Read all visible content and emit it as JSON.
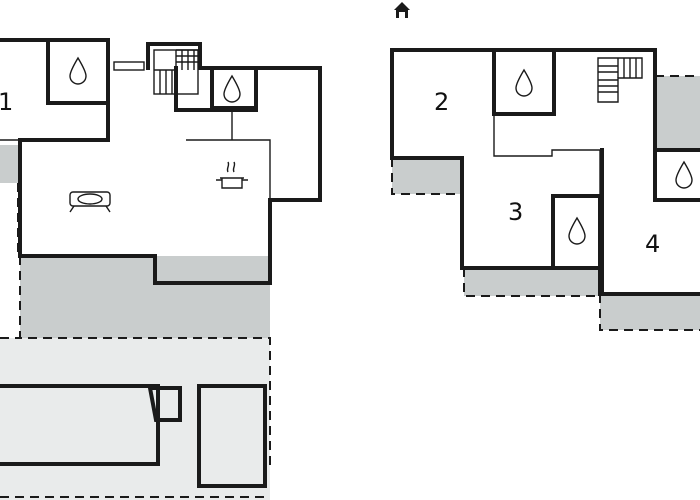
{
  "rooms": {
    "room_1": "1",
    "room_2": "2",
    "room_3": "3",
    "room_4": "4"
  },
  "icons": {
    "bathroom": "water-drop-icon",
    "kitchen": "cooking-pot-icon",
    "living": "sofa-icon",
    "stairs": "staircase-icon",
    "entrance": "house-entrance-icon",
    "pool": "swimming-pool"
  },
  "colors": {
    "wall": "#1a1a1a",
    "terrace": "#c9cdcd",
    "garden": "#e9ebeb",
    "pool": "#a8e6f5",
    "drop_fill": "#ffffff",
    "background": "#ffffff"
  }
}
